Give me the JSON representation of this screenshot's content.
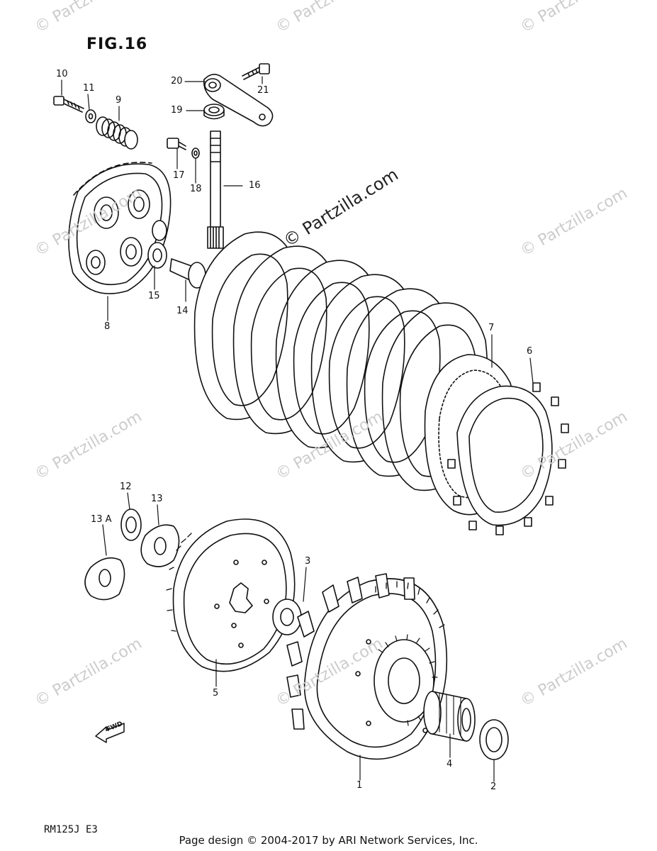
{
  "figure": {
    "title": "FIG.16",
    "model": "RM125J E3",
    "footer": "Page design © 2004-2017 by ARI Network Services, Inc.",
    "watermark": "© Partzilla.com",
    "fwd_label": "FWD"
  },
  "callouts": {
    "n1": "1",
    "n2": "2",
    "n3": "3",
    "n4": "4",
    "n5": "5",
    "n6": "6",
    "n7": "7",
    "n8": "8",
    "n9": "9",
    "n10": "10",
    "n11": "11",
    "n12": "12",
    "n13": "13",
    "n13a": "13 A",
    "n14": "14",
    "n15": "15",
    "n16": "16",
    "n17": "17",
    "n18": "18",
    "n19": "19",
    "n20": "20",
    "n21": "21"
  }
}
